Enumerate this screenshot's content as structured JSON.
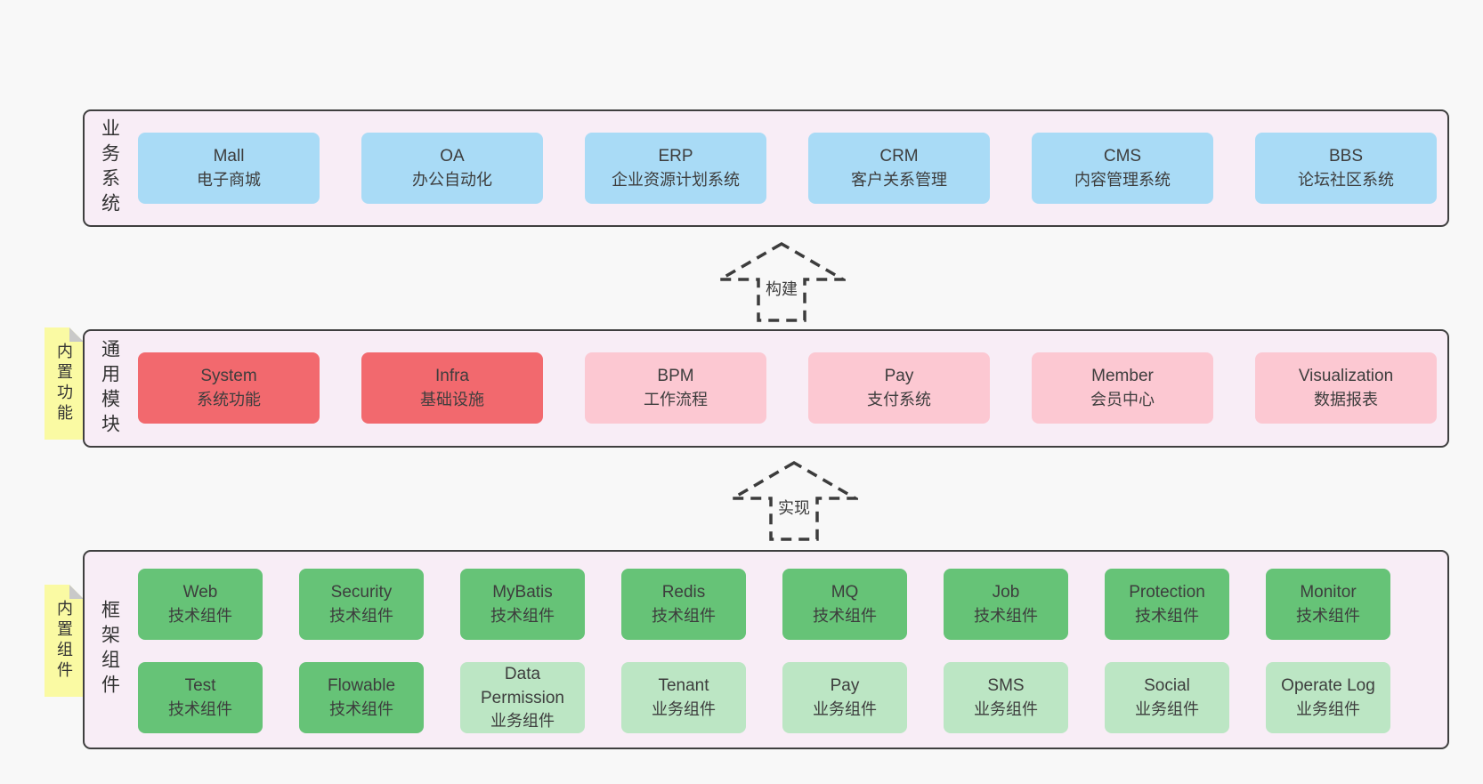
{
  "diagram": {
    "colors": {
      "page_bg": "#f8f8f8",
      "container_bg": "#f8edf6",
      "container_border": "#3f3f3f",
      "blue_box": "#a9dbf6",
      "red_box": "#f2696e",
      "pink_box": "#fcc8d2",
      "green_dark_box": "#66c377",
      "green_light_box": "#bce6c4",
      "note_bg": "#fafaa3",
      "note_fold": "#c9c9c9",
      "text": "#3d3d3d"
    },
    "arrows": [
      {
        "label": "构建"
      },
      {
        "label": "实现"
      }
    ],
    "layers": [
      {
        "label": "业务系统",
        "boxes": [
          {
            "name": "Mall",
            "desc": "电子商城"
          },
          {
            "name": "OA",
            "desc": "办公自动化"
          },
          {
            "name": "ERP",
            "desc": "企业资源计划系统"
          },
          {
            "name": "CRM",
            "desc": "客户关系管理"
          },
          {
            "name": "CMS",
            "desc": "内容管理系统"
          },
          {
            "name": "BBS",
            "desc": "论坛社区系统"
          }
        ]
      },
      {
        "label": "通用模块",
        "note": "内置功能",
        "boxes": [
          {
            "name": "System",
            "desc": "系统功能"
          },
          {
            "name": "Infra",
            "desc": "基础设施"
          },
          {
            "name": "BPM",
            "desc": "工作流程"
          },
          {
            "name": "Pay",
            "desc": "支付系统"
          },
          {
            "name": "Member",
            "desc": "会员中心"
          },
          {
            "name": "Visualization",
            "desc": "数据报表"
          }
        ]
      },
      {
        "label": "框架组件",
        "note": "内置组件",
        "boxes": [
          {
            "name": "Web",
            "desc": "技术组件"
          },
          {
            "name": "Security",
            "desc": "技术组件"
          },
          {
            "name": "MyBatis",
            "desc": "技术组件"
          },
          {
            "name": "Redis",
            "desc": "技术组件"
          },
          {
            "name": "MQ",
            "desc": "技术组件"
          },
          {
            "name": "Job",
            "desc": "技术组件"
          },
          {
            "name": "Protection",
            "desc": "技术组件"
          },
          {
            "name": "Monitor",
            "desc": "技术组件"
          },
          {
            "name": "Test",
            "desc": "技术组件"
          },
          {
            "name": "Flowable",
            "desc": "技术组件"
          },
          {
            "name": "Data Permission",
            "desc": "业务组件"
          },
          {
            "name": "Tenant",
            "desc": "业务组件"
          },
          {
            "name": "Pay",
            "desc": "业务组件"
          },
          {
            "name": "SMS",
            "desc": "业务组件"
          },
          {
            "name": "Social",
            "desc": "业务组件"
          },
          {
            "name": "Operate Log",
            "desc": "业务组件"
          }
        ]
      }
    ]
  }
}
